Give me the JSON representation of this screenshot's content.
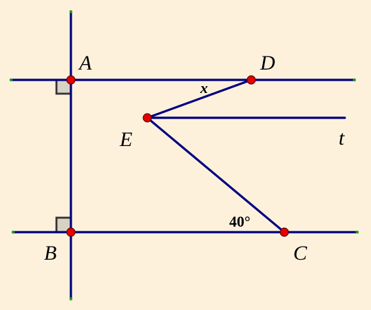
{
  "diagram": {
    "points": {
      "A": "A",
      "B": "B",
      "C": "C",
      "D": "D",
      "E": "E"
    },
    "ray_label": "t",
    "angle_x": "x",
    "angle_c": "40°"
  }
}
